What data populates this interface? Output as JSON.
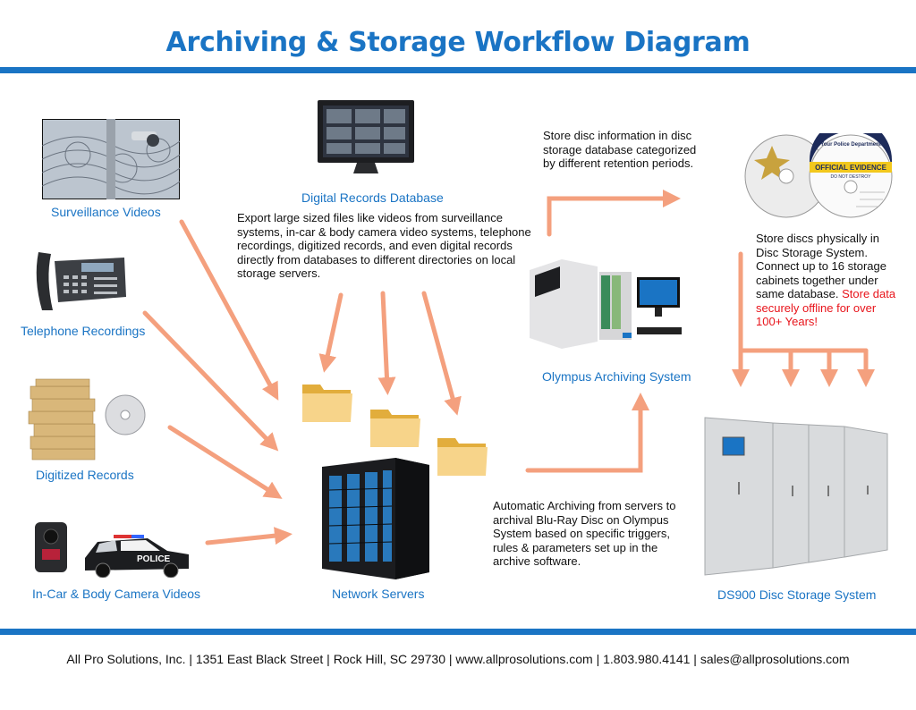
{
  "title": "Archiving & Storage Workflow Diagram",
  "colors": {
    "accent": "#1a74c4",
    "arrow": "#f4a07e",
    "highlight": "#e8141b"
  },
  "nodes": {
    "surveillance": "Surveillance Videos",
    "telephone": "Telephone Recordings",
    "digitized": "Digitized Records",
    "camera": "In-Car & Body Camera Videos",
    "database": "Digital Records Database",
    "servers": "Network Servers",
    "olympus": "Olympus Archiving System",
    "ds900": "DS900 Disc Storage System"
  },
  "notes": {
    "export": "Export large sized files like videos from surveillance systems, in-car & body camera video systems, telephone recordings, digitized records, and even digital records directly from databases to different directories on local storage servers.",
    "store_info": "Store disc information in disc storage database categorized by different retention periods.",
    "store_physical": "Store discs physically in Disc Storage System. Connect up to 16 storage cabinets together under same database. ",
    "store_highlight": "Store data securely offline for over 100+ Years!",
    "auto": "Automatic Archiving from servers to archival Blu-Ray Disc on Olympus System based on specific triggers, rules & parameters set up in the archive software."
  },
  "disc_labels": {
    "department": "Your Police Department",
    "evidence": "OFFICIAL EVIDENCE",
    "do_not_destroy": "DO NOT DESTROY"
  },
  "vehicle_label": "POLICE",
  "footer": "All Pro Solutions, Inc.  |  1351 East Black Street  |  Rock Hill, SC 29730  |  www.allprosolutions.com  |  1.803.980.4141  |  sales@allprosolutions.com"
}
